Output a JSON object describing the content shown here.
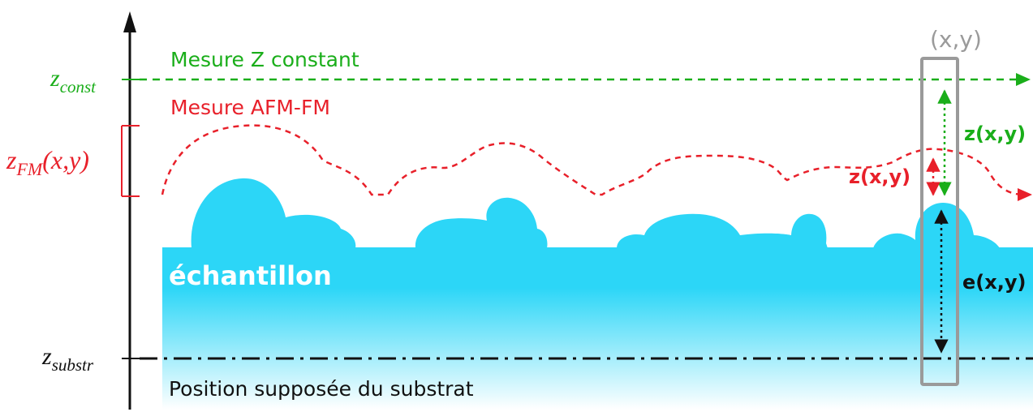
{
  "labels": {
    "z_const_main": "z",
    "z_const_sub": "const",
    "z_fm_main": "z",
    "z_fm_sub": "FM",
    "z_fm_args": "(x,y)",
    "z_substr_main": "z",
    "z_substr_sub": "substr",
    "mesure_z_constant": "Mesure Z constant",
    "mesure_afm_fm": "Mesure AFM-FM",
    "echantillon": "échantillon",
    "position_substrat": "Position supposée du substrat",
    "probe_position": "(x,y)",
    "z_green": "z(x,y)",
    "z_red": "z(x,y)",
    "e_black": "e(x,y)"
  },
  "colors": {
    "green": "#1aae1a",
    "red": "#e8202a",
    "sample": "#2cd6f7",
    "gray_box": "#9a9a9a",
    "black": "#111111"
  }
}
